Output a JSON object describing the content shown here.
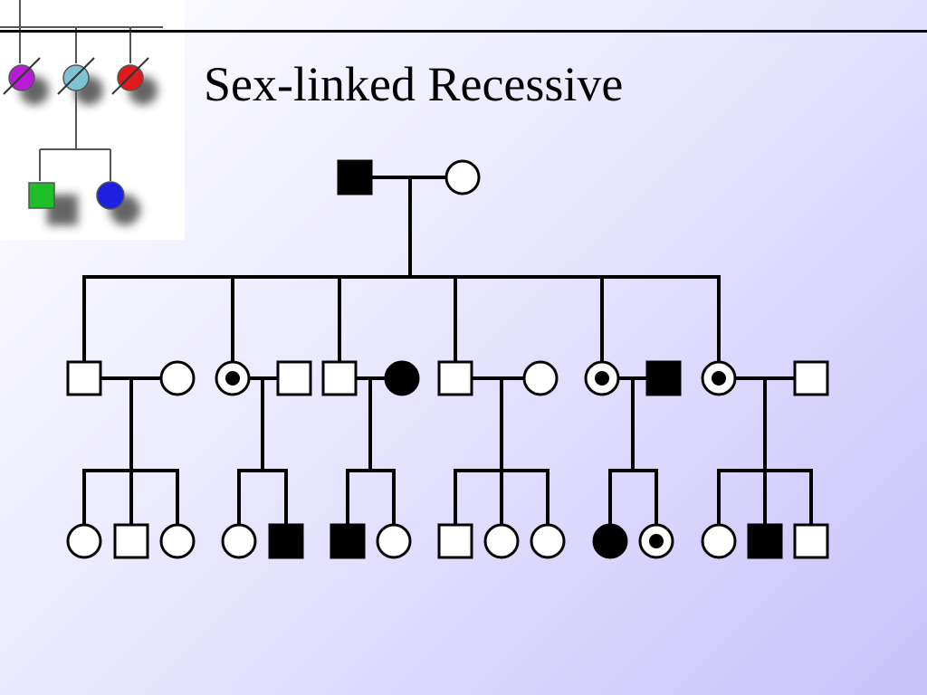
{
  "slide": {
    "title": "Sex-linked Recessive"
  },
  "logo": {
    "icon": "pedigree-logo-icon",
    "colors": {
      "magenta": "#b71bd6",
      "cyan": "#7cc3d6",
      "red": "#e01a1a",
      "green": "#1fbf2a",
      "blue": "#1d22e0"
    }
  },
  "colors": {
    "line": "#000000",
    "affected": "#000000",
    "unaffected": "#ffffff"
  },
  "pedigree": {
    "generation_1": [
      {
        "sex": "male",
        "status": "affected"
      },
      {
        "sex": "female",
        "status": "unaffected"
      }
    ],
    "generation_2": [
      {
        "sex": "male",
        "status": "unaffected",
        "role": "child"
      },
      {
        "sex": "female",
        "status": "unaffected",
        "role": "spouse"
      },
      {
        "sex": "female",
        "status": "carrier",
        "role": "child"
      },
      {
        "sex": "male",
        "status": "unaffected",
        "role": "spouse"
      },
      {
        "sex": "male",
        "status": "unaffected",
        "role": "child"
      },
      {
        "sex": "female",
        "status": "affected",
        "role": "spouse"
      },
      {
        "sex": "male",
        "status": "unaffected",
        "role": "child"
      },
      {
        "sex": "female",
        "status": "unaffected",
        "role": "spouse"
      },
      {
        "sex": "female",
        "status": "carrier",
        "role": "child"
      },
      {
        "sex": "male",
        "status": "affected",
        "role": "spouse"
      },
      {
        "sex": "female",
        "status": "carrier",
        "role": "child"
      },
      {
        "sex": "male",
        "status": "unaffected",
        "role": "spouse"
      }
    ],
    "generation_3": [
      {
        "family": 1,
        "children": [
          {
            "sex": "female",
            "status": "unaffected"
          },
          {
            "sex": "male",
            "status": "unaffected"
          },
          {
            "sex": "female",
            "status": "unaffected"
          }
        ]
      },
      {
        "family": 2,
        "children": [
          {
            "sex": "female",
            "status": "unaffected"
          },
          {
            "sex": "male",
            "status": "affected"
          }
        ]
      },
      {
        "family": 3,
        "children": [
          {
            "sex": "male",
            "status": "affected"
          },
          {
            "sex": "female",
            "status": "unaffected"
          }
        ]
      },
      {
        "family": 4,
        "children": [
          {
            "sex": "male",
            "status": "unaffected"
          },
          {
            "sex": "female",
            "status": "unaffected"
          },
          {
            "sex": "female",
            "status": "unaffected"
          }
        ]
      },
      {
        "family": 5,
        "children": [
          {
            "sex": "female",
            "status": "affected"
          },
          {
            "sex": "female",
            "status": "carrier"
          }
        ]
      },
      {
        "family": 6,
        "children": [
          {
            "sex": "female",
            "status": "unaffected"
          },
          {
            "sex": "male",
            "status": "affected"
          },
          {
            "sex": "male",
            "status": "unaffected"
          }
        ]
      }
    ]
  }
}
